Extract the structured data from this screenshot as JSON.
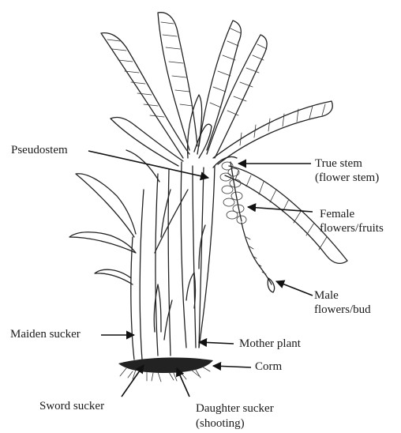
{
  "labels": {
    "pseudostem": "Pseudostem",
    "true_stem_1": "True stem",
    "true_stem_2": "(flower stem)",
    "female_1": "Female",
    "female_2": "flowers/fruits",
    "male_1": "Male",
    "male_2": "flowers/bud",
    "maiden_sucker": "Maiden sucker",
    "mother_plant": "Mother plant",
    "corm": "Corm",
    "sword_sucker": "Sword sucker",
    "daughter_1": "Daughter sucker",
    "daughter_2": "(shooting)"
  },
  "colors": {
    "ink": "#222222",
    "background": "#ffffff"
  }
}
